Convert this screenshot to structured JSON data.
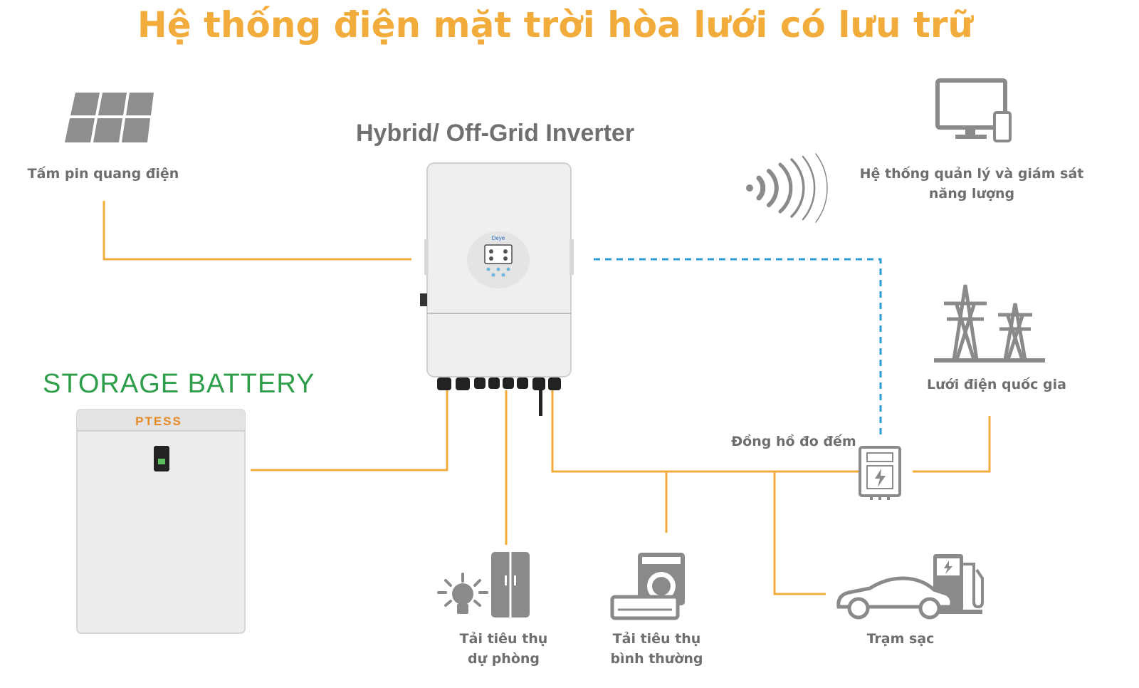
{
  "title": "Hệ thống điện mặt trời hòa lưới có lưu trữ",
  "inverter": {
    "heading": "Hybrid/ Off-Grid Inverter",
    "brand": "Deye"
  },
  "battery": {
    "heading": "STORAGE BATTERY",
    "brand": "PTESS"
  },
  "nodes": {
    "solar_panel": "Tấm pin quang điện",
    "monitoring": [
      "Hệ thống quản lý và giám sát",
      "năng lượng"
    ],
    "grid": "Lưới điện quốc gia",
    "meter": "Đồng hồ đo đếm",
    "backup_load": [
      "Tải tiêu thụ",
      "dự phòng"
    ],
    "normal_load": [
      "Tải tiêu thụ",
      "bình thường"
    ],
    "charging_station": "Trạm sạc"
  },
  "colors": {
    "title": "#f2ac3b",
    "power_line": "#f2ac3b",
    "data_line": "#2f9ad8",
    "icon": "#8a8a8a",
    "storage_heading": "#2e9e4a"
  }
}
